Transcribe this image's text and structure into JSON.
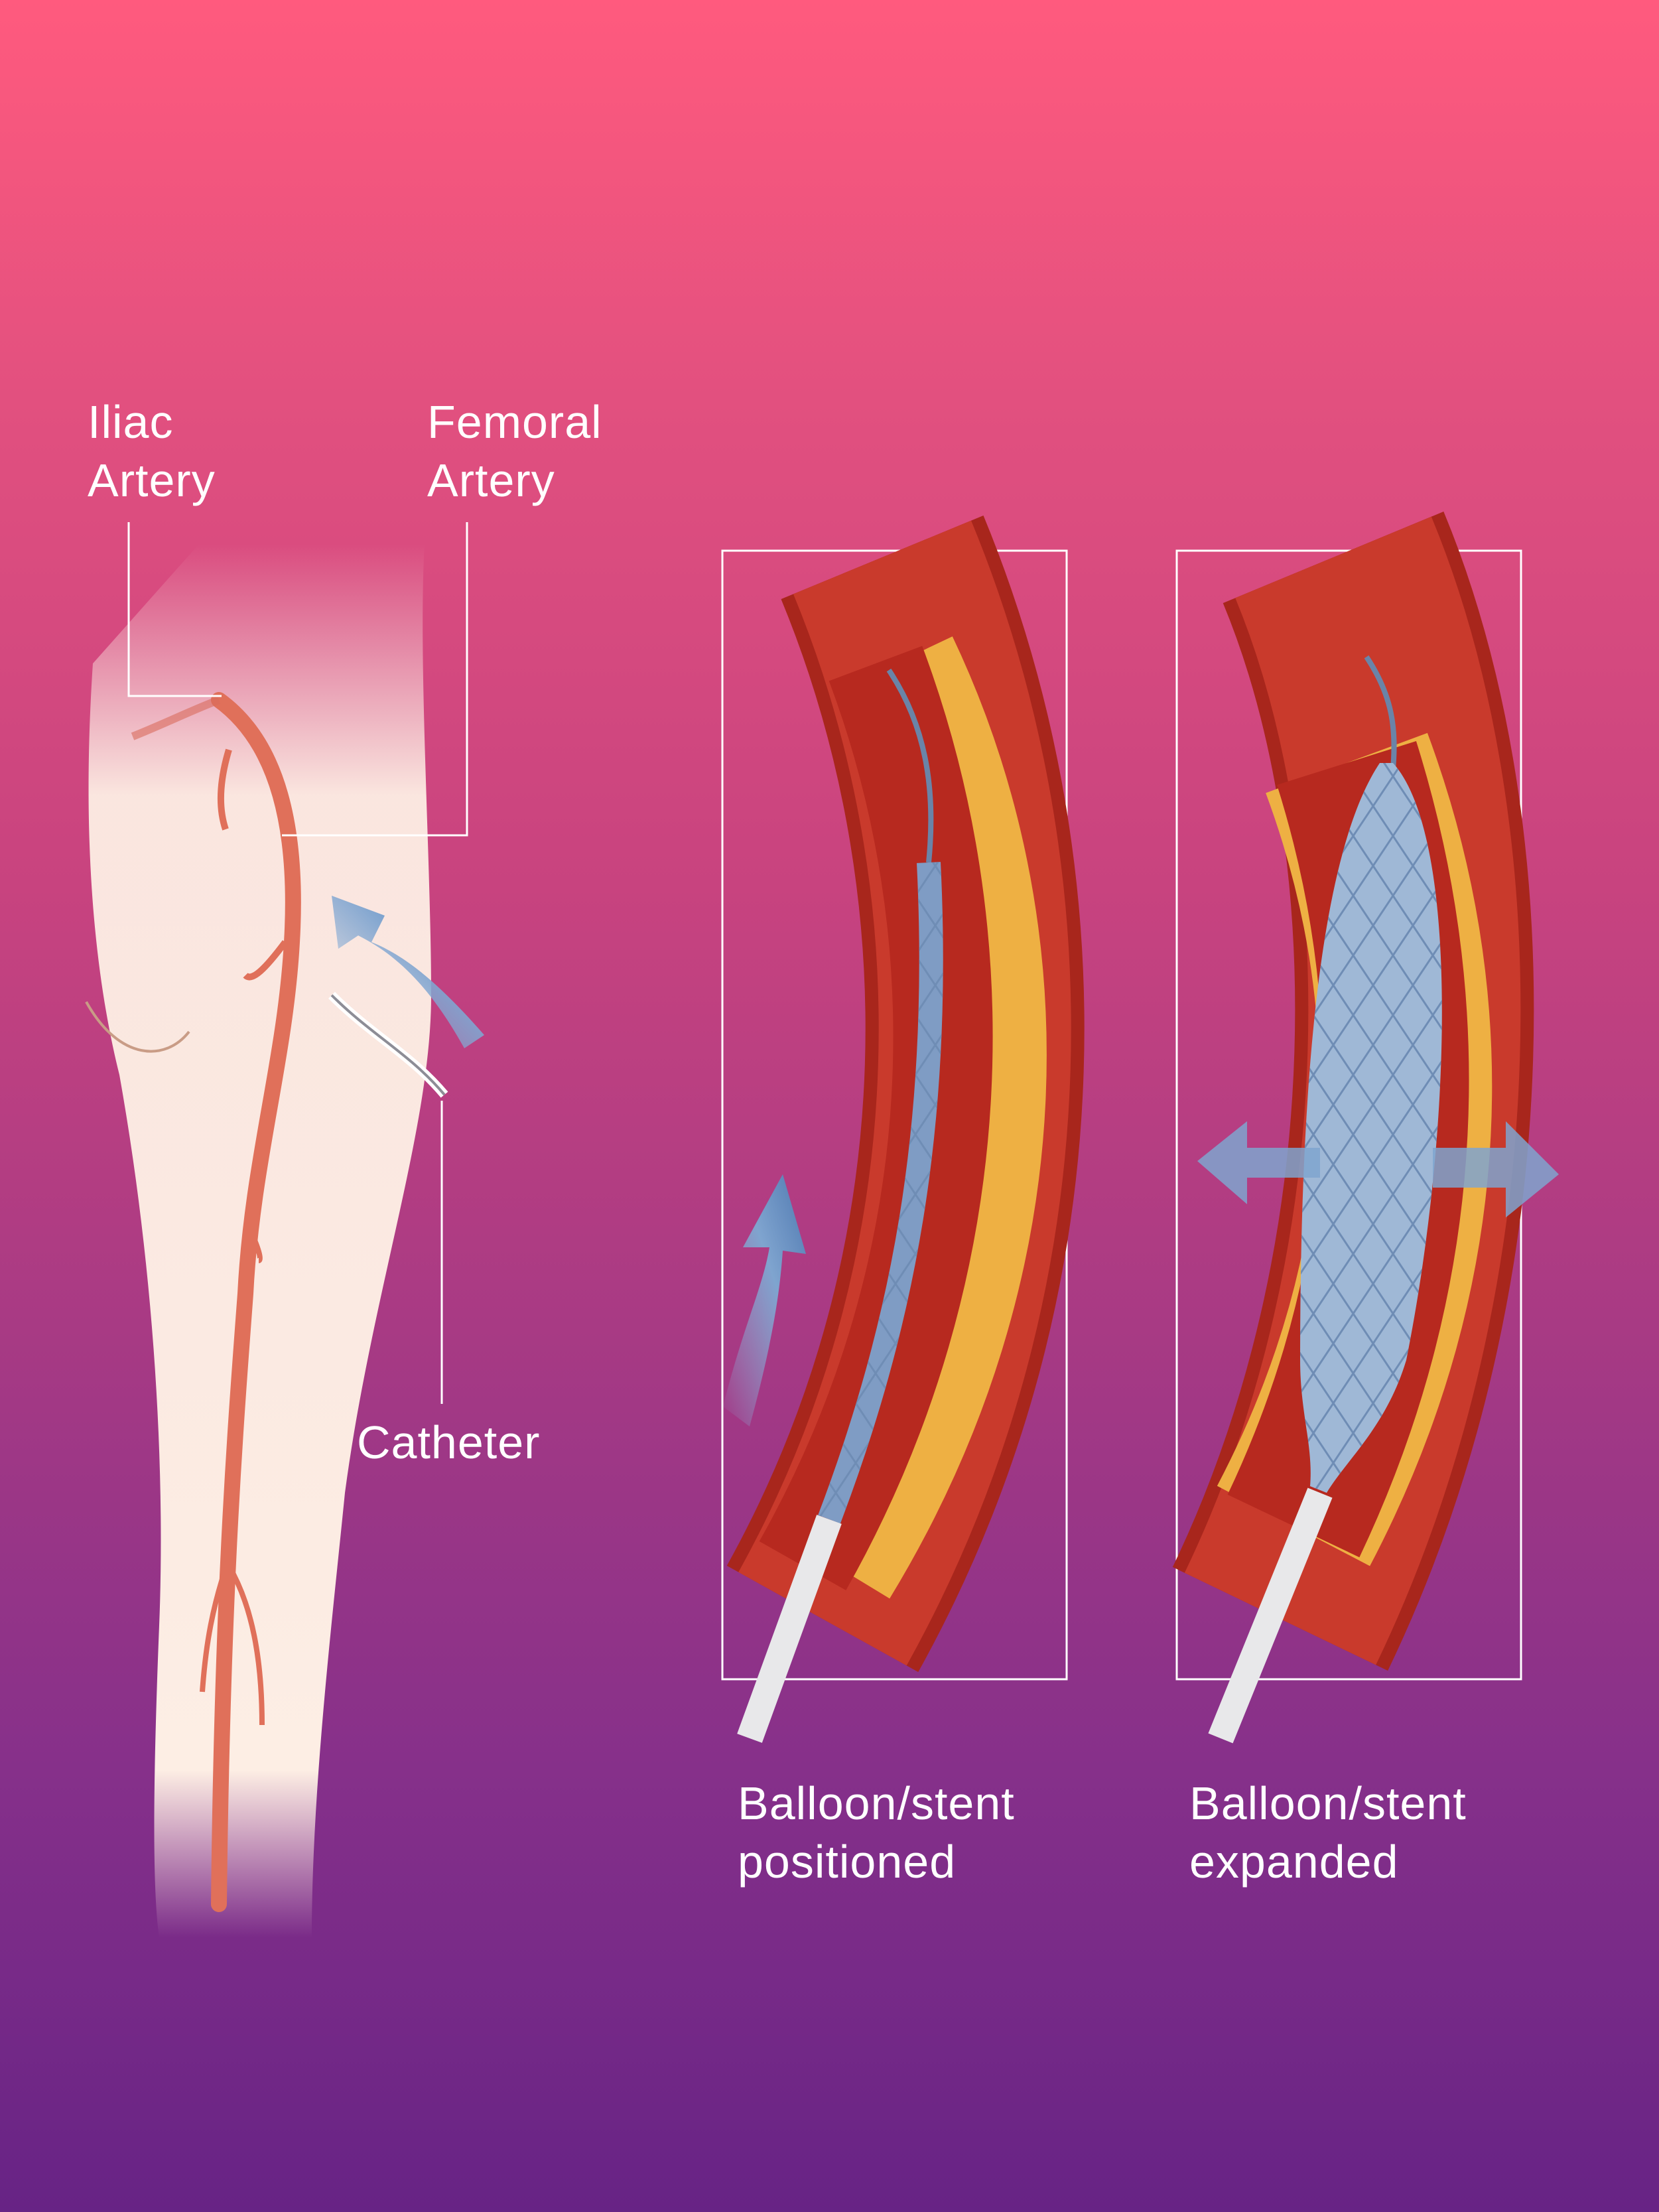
{
  "labels": {
    "iliac_line1": "Iliac",
    "iliac_line2": "Artery",
    "femoral_line1": "Femoral",
    "femoral_line2": "Artery",
    "catheter": "Catheter"
  },
  "panels": [
    {
      "caption_line1": "Balloon/stent",
      "caption_line2": "positioned"
    },
    {
      "caption_line1": "Balloon/stent",
      "caption_line2": "expanded"
    }
  ],
  "colors": {
    "bg_top": "#ff5a7e",
    "bg_bottom": "#672385",
    "skin": "#fdeee4",
    "artery": "#e0705a",
    "vessel_wall": "#b8291f",
    "plaque": "#f0b040",
    "stent": "#9fb8d6"
  }
}
